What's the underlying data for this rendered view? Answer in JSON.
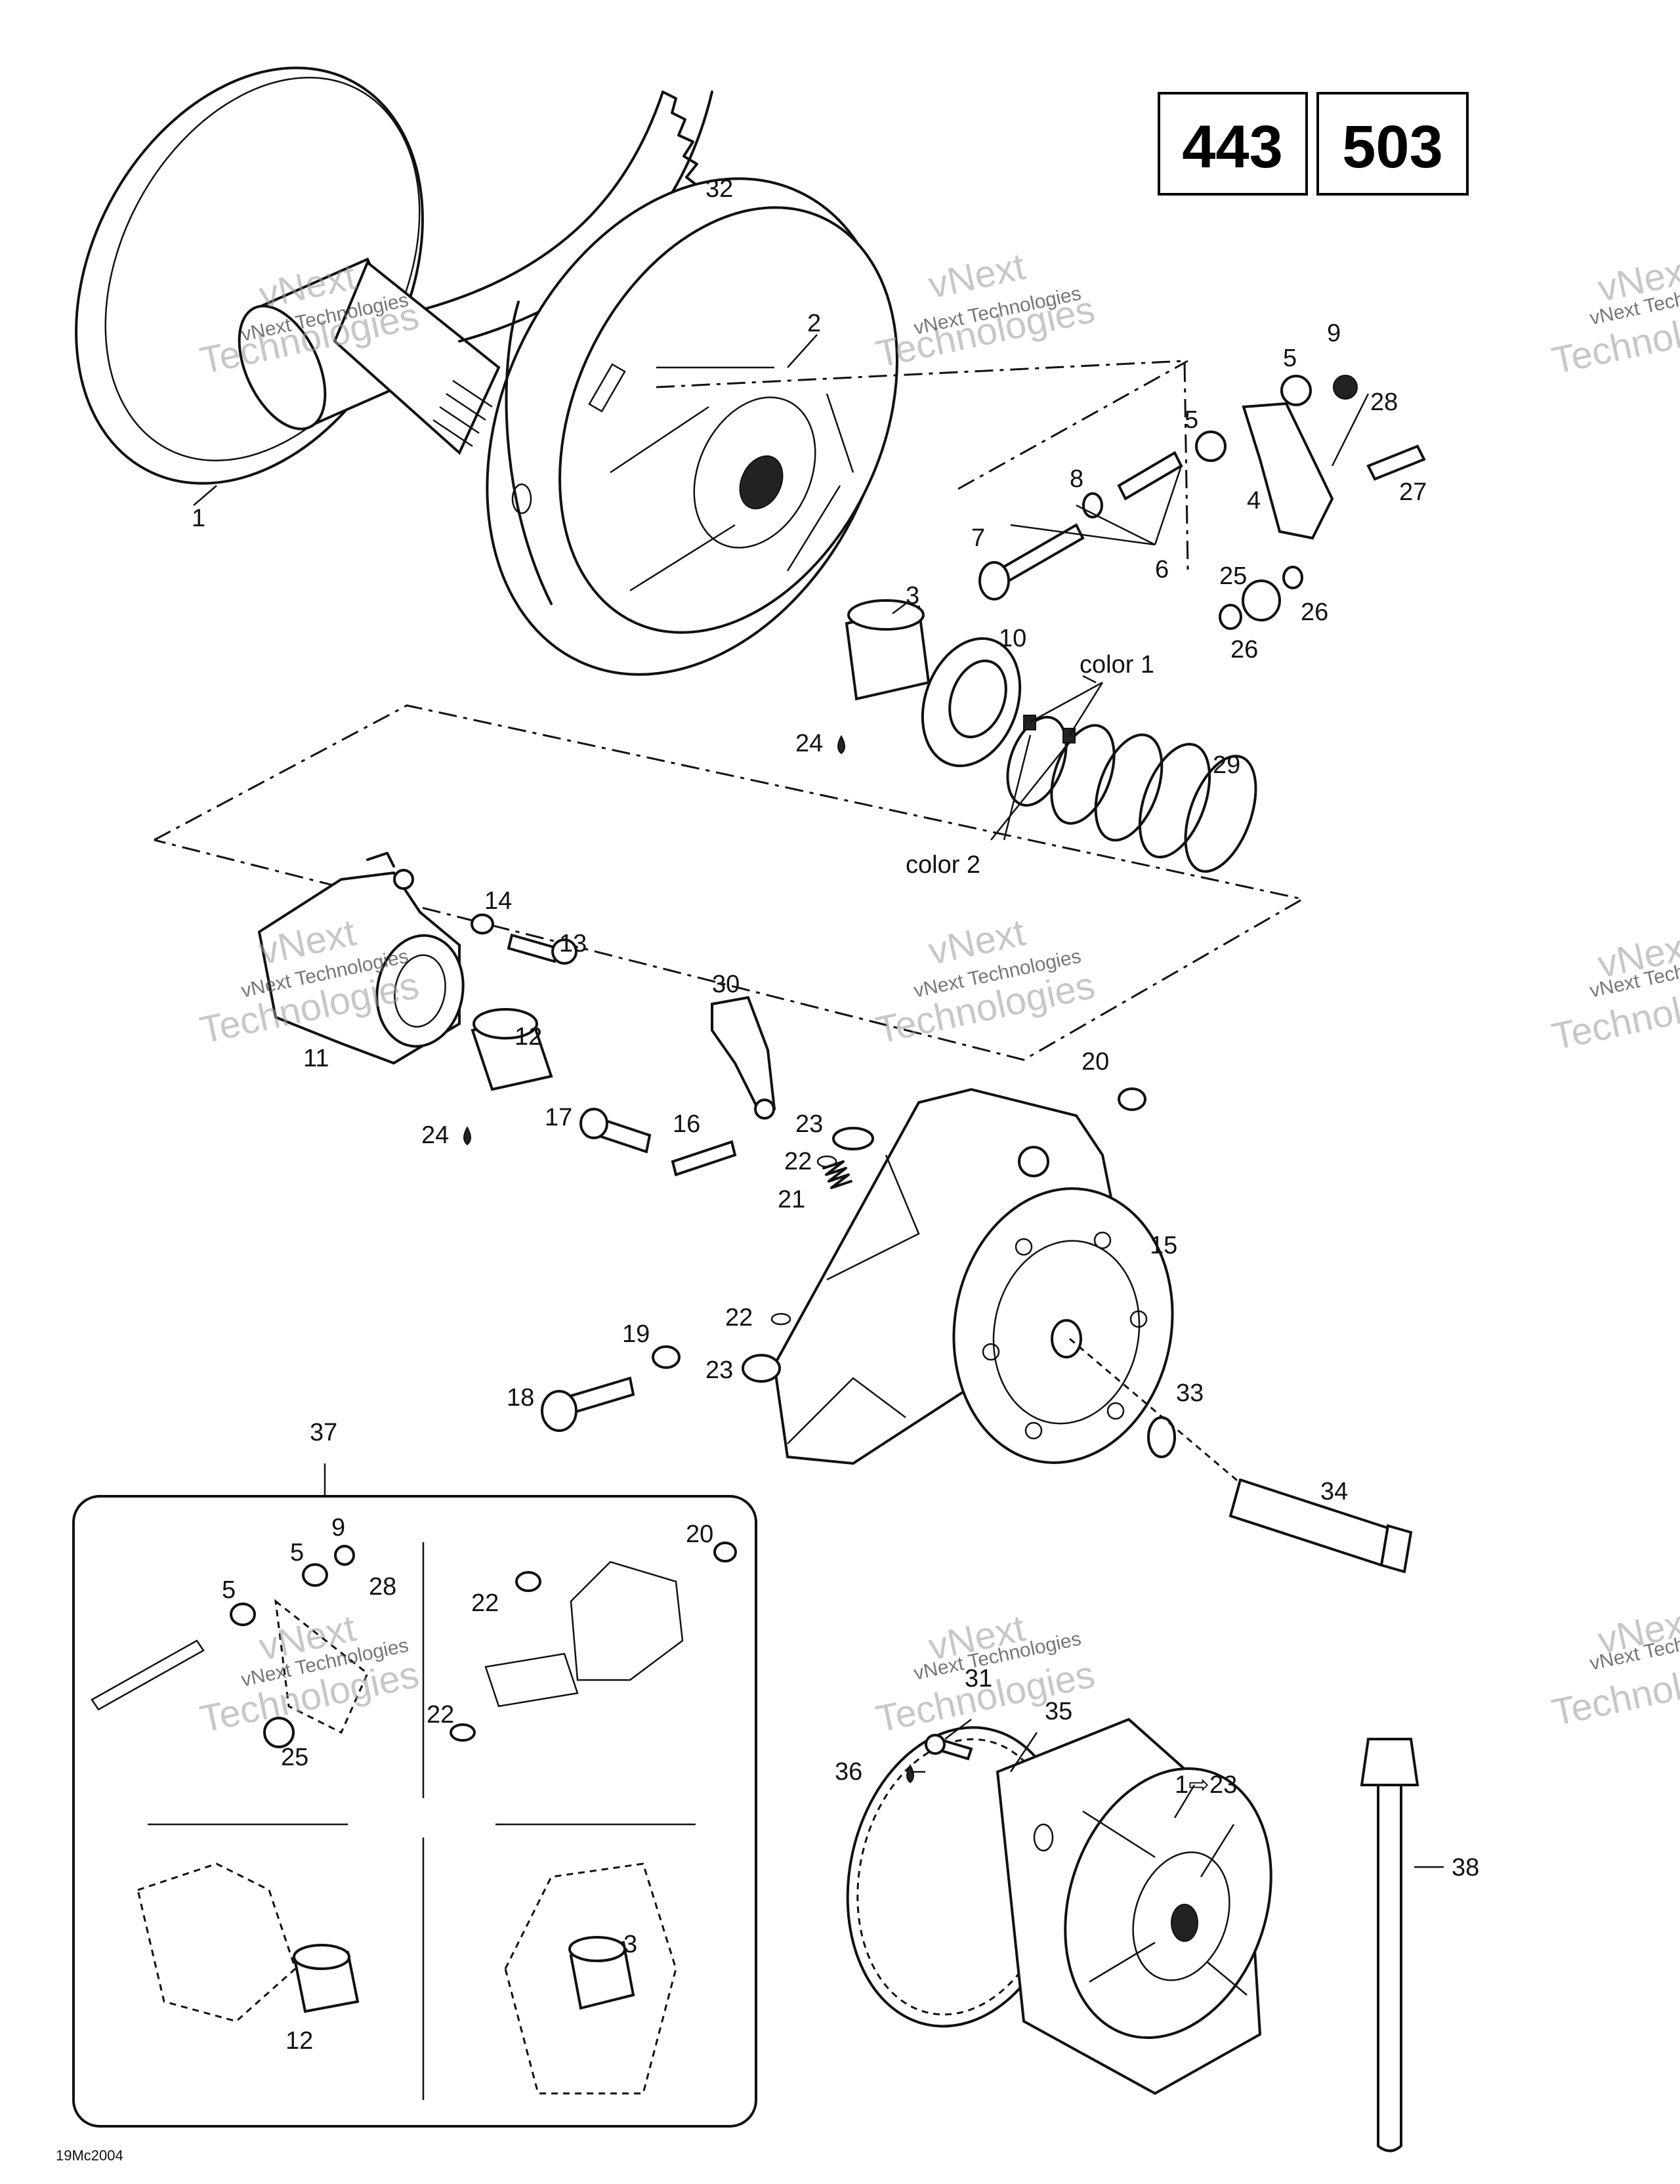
{
  "model_numbers": [
    "443",
    "503"
  ],
  "figure_code": "19Mc2004",
  "watermark": {
    "line1": "vNext",
    "line2": "Technologies",
    "line3": "vNext Technologies"
  },
  "callouts": {
    "c1": "1",
    "c2": "2",
    "c3": "3",
    "c4": "4",
    "c5a": "5",
    "c5b": "5",
    "c6": "6",
    "c7": "7",
    "c8": "8",
    "c9": "9",
    "c10": "10",
    "c11": "11",
    "c12": "12",
    "c13": "13",
    "c14": "14",
    "c15": "15",
    "c16": "16",
    "c17": "17",
    "c18": "18",
    "c19": "19",
    "c20": "20",
    "c21": "21",
    "c22a": "22",
    "c22b": "22",
    "c23a": "23",
    "c23b": "23",
    "c24a": "24",
    "c24b": "24",
    "c25": "25",
    "c26a": "26",
    "c26b": "26",
    "c27": "27",
    "c28": "28",
    "c29": "29",
    "c30": "30",
    "c31": "31",
    "c32": "32",
    "c33": "33",
    "c34": "34",
    "c35": "35",
    "c36": "36",
    "c37": "37",
    "c38": "38",
    "c1to23": "1⇨23",
    "color1": "color 1",
    "color2": "color 2"
  },
  "inset_callouts": {
    "i9": "9",
    "i5a": "5",
    "i28": "28",
    "i5b": "5",
    "i25": "25",
    "i20": "20",
    "i22a": "22",
    "i22b": "22",
    "i12": "12",
    "i3": "3"
  }
}
